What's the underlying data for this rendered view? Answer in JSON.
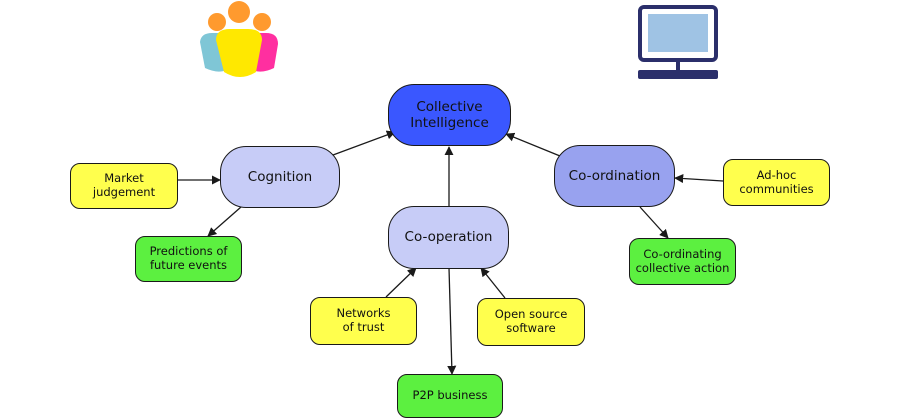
{
  "colors": {
    "core": "#3a57ff",
    "category": "#c7ccf7",
    "category_alt": "#98a2ef",
    "input": "#ffff4d",
    "output": "#5cf040",
    "arrow": "#1a1a1a",
    "monitor": "#2b2f6b",
    "monitor_screen": "#9fc3e4"
  },
  "icons": [
    "people-group-icon",
    "computer-monitor-icon"
  ],
  "nodes": {
    "collective_intelligence": "Collective\nIntelligence",
    "cognition": "Cognition",
    "coordination": "Co-ordination",
    "cooperation": "Co-operation",
    "market_judgement": "Market\njudgement",
    "predictions": "Predictions of\nfuture events",
    "adhoc_communities": "Ad-hoc\ncommunities",
    "coordinating_action": "Co-ordinating\ncollective action",
    "networks_of_trust": "Networks\nof trust",
    "open_source": "Open source\nsoftware",
    "p2p_business": "P2P business"
  }
}
